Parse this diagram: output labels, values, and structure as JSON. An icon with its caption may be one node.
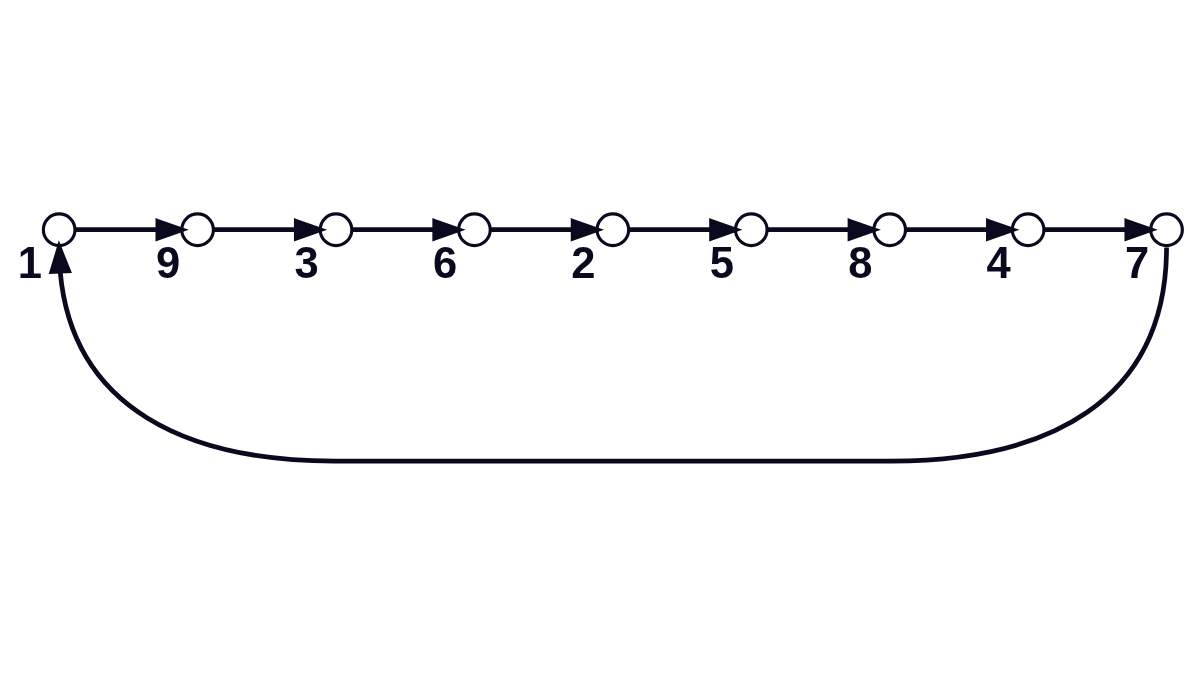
{
  "diagram": {
    "nodes": [
      {
        "text": [],
        "shape": "circle",
        "beside": [
          "1"
        ]
      },
      {
        "text": [],
        "shape": "circle",
        "beside": [
          "2"
        ]
      },
      {
        "text": [],
        "shape": "circle",
        "beside": [
          "3"
        ]
      },
      {
        "text": [],
        "shape": "circle",
        "beside": [
          "4"
        ]
      },
      {
        "text": [],
        "shape": "circle",
        "beside": [
          "5"
        ]
      },
      {
        "text": [],
        "shape": "circle",
        "beside": [
          "6"
        ]
      },
      {
        "text": [],
        "shape": "circle",
        "beside": [
          "7"
        ]
      },
      {
        "text": [],
        "shape": "circle",
        "beside": [
          "8"
        ]
      },
      {
        "text": [],
        "shape": "circle",
        "beside": [
          "9"
        ]
      }
    ],
    "edges": [
      {
        "from": 0,
        "to": 8,
        "arrow": "to"
      },
      {
        "from": 1,
        "to": 4,
        "arrow": "to"
      },
      {
        "from": 2,
        "to": 5,
        "arrow": "to"
      },
      {
        "from": 3,
        "to": 6,
        "arrow": "to"
      },
      {
        "from": 4,
        "to": 7,
        "arrow": "to"
      },
      {
        "from": 5,
        "to": 1,
        "arrow": "to"
      },
      {
        "from": 6,
        "to": 0,
        "arrow": "to"
      },
      {
        "from": 7,
        "to": 3,
        "arrow": "to"
      },
      {
        "from": 8,
        "to": 2,
        "arrow": "to"
      }
    ]
  }
}
